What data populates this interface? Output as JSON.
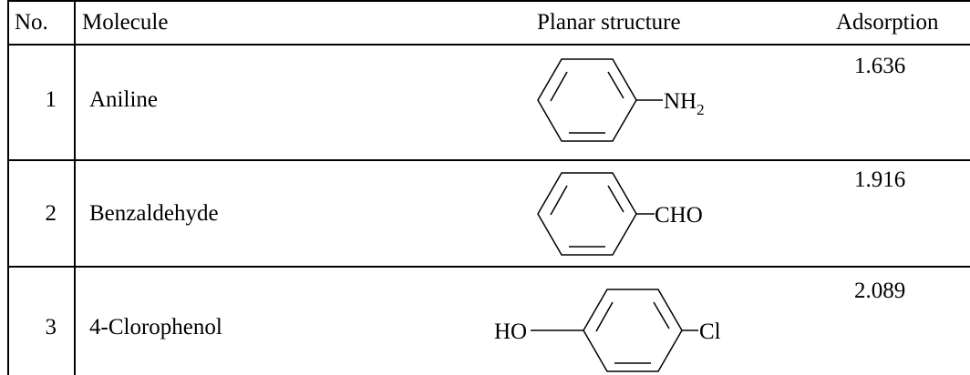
{
  "table": {
    "headers": {
      "no": "No.",
      "molecule": "Molecule",
      "structure": "Planar structure",
      "adsorption": "Adsorption"
    },
    "rows": [
      {
        "no": "1",
        "molecule": "Aniline",
        "adsorption": "1.636",
        "substituent_main": "NH",
        "substituent_sub": "2"
      },
      {
        "no": "2",
        "molecule": "Benzaldehyde",
        "adsorption": "1.916",
        "substituent_main": "CHO"
      },
      {
        "no": "3",
        "molecule": "4-Clorophenol",
        "adsorption": "2.089",
        "substituent_left": "HO",
        "substituent_right": "Cl"
      }
    ]
  }
}
